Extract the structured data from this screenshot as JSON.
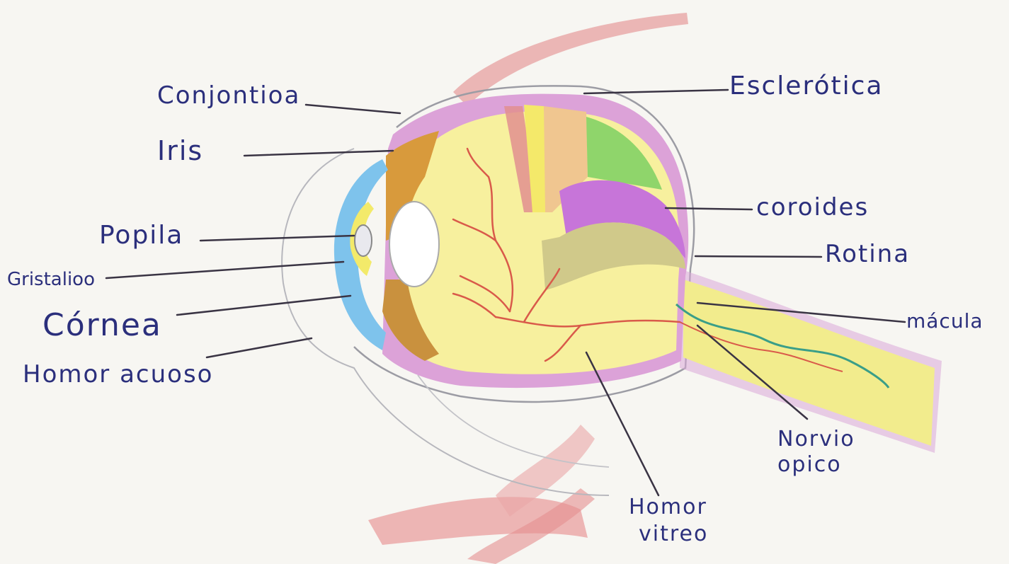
{
  "labels": {
    "conjuntiva": "Conjontioa",
    "iris": "Iris",
    "pupila": "Popila",
    "cristalino": "Gristalioo",
    "cornea": "Córnea",
    "humor_acuoso": "Homor acuoso",
    "esclerotica": "Esclerótica",
    "coroides": "coroides",
    "retina": "Rotina",
    "macula": "mácula",
    "nervio_optico": [
      "Norvio",
      "opico"
    ],
    "humor_vitreo": [
      "Homor",
      "vitreo"
    ]
  },
  "colors": {
    "ink": "#2b2f7c",
    "pointer": "#3a3444",
    "vitreous": "#f7f09e",
    "choroid": "#c775d9",
    "sclera_pink": "#dca2d8",
    "cornea": "#7ec3ec",
    "lens_yellow": "#f3ea6a",
    "iris_orange": "#d89a3c",
    "retina_green": "#8fd56b",
    "vessel": "#d95a4a",
    "muscle": "#e7a0a0",
    "optic_nerve": "#f2ec8d"
  }
}
